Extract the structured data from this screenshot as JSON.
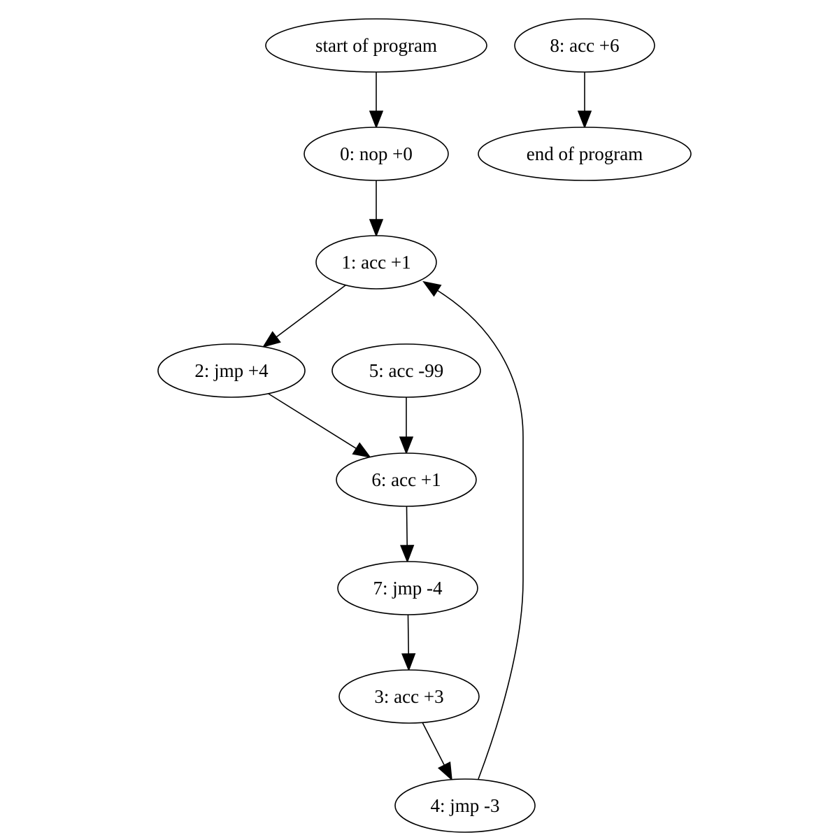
{
  "nodes": [
    {
      "id": "start",
      "label": "start of program"
    },
    {
      "id": "n8",
      "label": "8: acc +6"
    },
    {
      "id": "n0",
      "label": "0: nop +0"
    },
    {
      "id": "end",
      "label": "end of program"
    },
    {
      "id": "n1",
      "label": "1: acc +1"
    },
    {
      "id": "n2",
      "label": "2: jmp +4"
    },
    {
      "id": "n5",
      "label": "5: acc -99"
    },
    {
      "id": "n6",
      "label": "6: acc +1"
    },
    {
      "id": "n7",
      "label": "7: jmp -4"
    },
    {
      "id": "n3",
      "label": "3: acc +3"
    },
    {
      "id": "n4",
      "label": "4: jmp -3"
    }
  ],
  "edges": [
    {
      "from": "start",
      "to": "n0"
    },
    {
      "from": "n8",
      "to": "end"
    },
    {
      "from": "n0",
      "to": "n1"
    },
    {
      "from": "n1",
      "to": "n2"
    },
    {
      "from": "n2",
      "to": "n6"
    },
    {
      "from": "n5",
      "to": "n6"
    },
    {
      "from": "n6",
      "to": "n7"
    },
    {
      "from": "n7",
      "to": "n3"
    },
    {
      "from": "n3",
      "to": "n4"
    },
    {
      "from": "n4",
      "to": "n1"
    }
  ],
  "colors": {
    "stroke": "#000000",
    "fill": "#ffffff",
    "text": "#000000"
  }
}
